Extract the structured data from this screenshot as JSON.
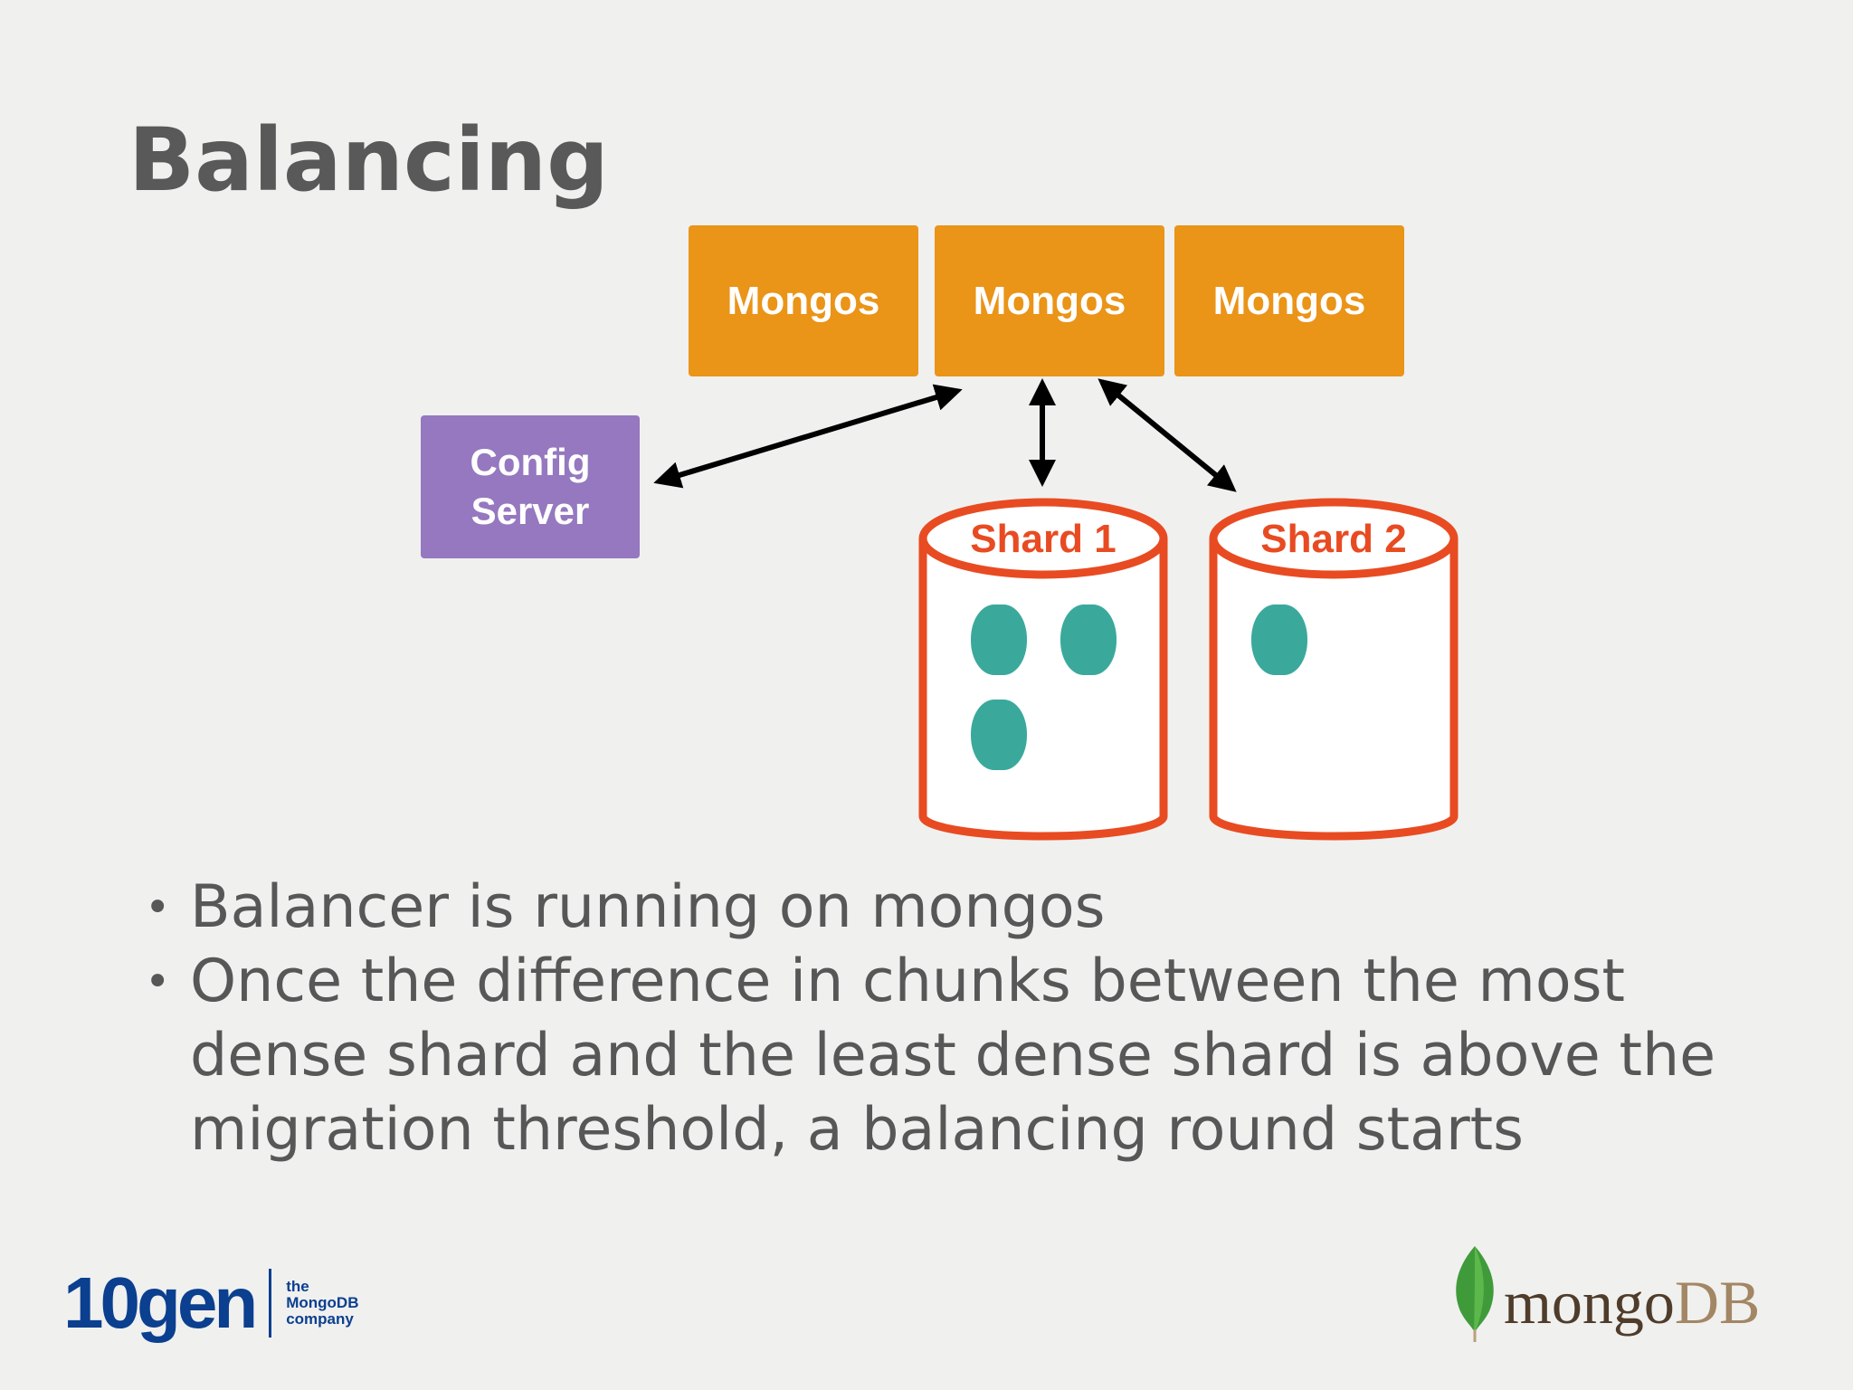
{
  "slide": {
    "title": "Balancing"
  },
  "diagram": {
    "mongos": [
      {
        "label": "Mongos"
      },
      {
        "label": "Mongos"
      },
      {
        "label": "Mongos"
      }
    ],
    "config_server": {
      "line1": "Config",
      "line2": "Server"
    },
    "shards": [
      {
        "label": "Shard 1",
        "chunk_count": 3
      },
      {
        "label": "Shard 2",
        "chunk_count": 1
      }
    ],
    "colors": {
      "mongos": "#ea9418",
      "config_server": "#9578bf",
      "shard_outline": "#e84b22",
      "chunk": "#3aa99c",
      "arrow": "#000000"
    }
  },
  "bullets": [
    "Balancer is running on mongos",
    "Once the difference in chunks between the most dense shard and the least dense shard is above the migration threshold, a balancing round starts"
  ],
  "footer": {
    "left_logo": {
      "wordmark": "10gen",
      "tag_line1": "the",
      "tag_line2": "MongoDB",
      "tag_line3": "company"
    },
    "right_logo": {
      "word_part1": "mongo",
      "word_part2": "DB",
      "icon": "leaf-icon"
    }
  }
}
